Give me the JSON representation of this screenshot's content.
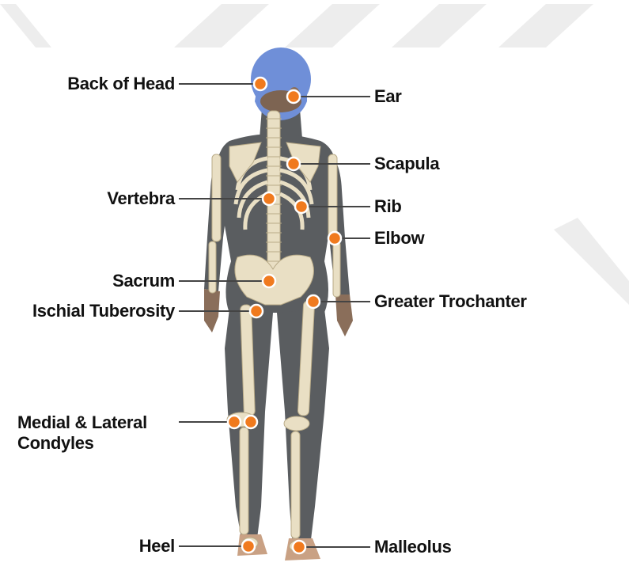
{
  "colors": {
    "background": "#ffffff",
    "watermark": "#ededed",
    "body_suit": "#5a5d60",
    "bone": "#e9dfc4",
    "bone_shadow": "#b9ab88",
    "hair_cap": "#6f8fd8",
    "marker": "#f07a1e",
    "leader_line": "#444444"
  },
  "labels": {
    "back_of_head": "Back of Head",
    "ear": "Ear",
    "scapula": "Scapula",
    "vertebra": "Vertebra",
    "rib": "Rib",
    "elbow": "Elbow",
    "sacrum": "Sacrum",
    "ischial_tuberosity": "Ischial Tuberosity",
    "greater_trochanter": "Greater Trochanter",
    "condyles": "Medial & Lateral\nCondyles",
    "heel": "Heel",
    "malleolus": "Malleolus"
  }
}
